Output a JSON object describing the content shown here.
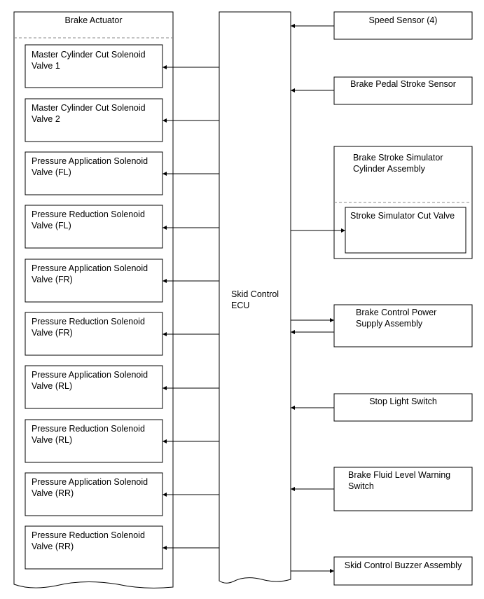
{
  "actuator": {
    "title": "Brake Actuator",
    "valves": [
      "Master Cylinder Cut Solenoid\nValve 1",
      "Master Cylinder Cut Solenoid\nValve 2",
      "Pressure Application Solenoid\nValve (FL)",
      "Pressure Reduction Solenoid\nValve (FL)",
      "Pressure Application Solenoid\nValve (FR)",
      "Pressure Reduction Solenoid\nValve (FR)",
      "Pressure Application Solenoid\nValve (RL)",
      "Pressure Reduction Solenoid\nValve (RL)",
      "Pressure Application Solenoid\nValve (RR)",
      "Pressure Reduction Solenoid\nValve (RR)"
    ]
  },
  "ecu": {
    "label": "Skid Control\nECU"
  },
  "inputs": {
    "speed_sensor": "Speed Sensor (4)",
    "pedal_stroke_sensor": "Brake Pedal Stroke Sensor",
    "simulator_assembly": "Brake Stroke Simulator\nCylinder Assembly",
    "simulator_cut_valve": "Stroke Simulator Cut Valve",
    "power_supply": "Brake Control Power\nSupply Assembly",
    "stop_light_switch": "Stop Light Switch",
    "fluid_level_switch": "Brake Fluid Level Warning\nSwitch",
    "buzzer": "Skid Control Buzzer Assembly"
  },
  "colors": {
    "line": "#000000",
    "divider": "#888888",
    "background": "#ffffff"
  }
}
